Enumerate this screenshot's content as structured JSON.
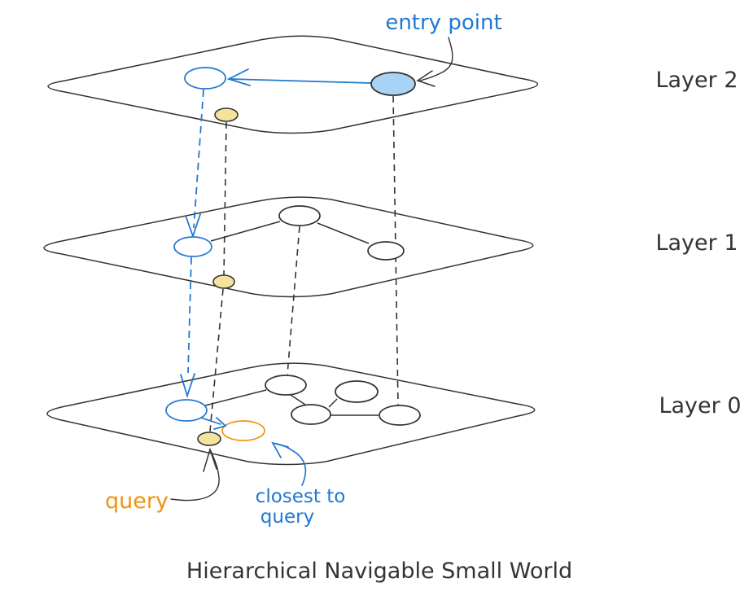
{
  "title": "Hierarchical Navigable Small World",
  "colors": {
    "ink": "#333333",
    "blue": "#2178d2",
    "blue_fill": "#a9d3f5",
    "yellow_fill": "#f6e39b",
    "orange": "#f09310"
  },
  "layers": [
    {
      "label": "Layer 2"
    },
    {
      "label": "Layer 1"
    },
    {
      "label": "Layer 0"
    }
  ],
  "annotations": {
    "entry_point": "entry point",
    "query": "query",
    "closest_to_query_line1": "closest to",
    "closest_to_query_line2": "query"
  }
}
